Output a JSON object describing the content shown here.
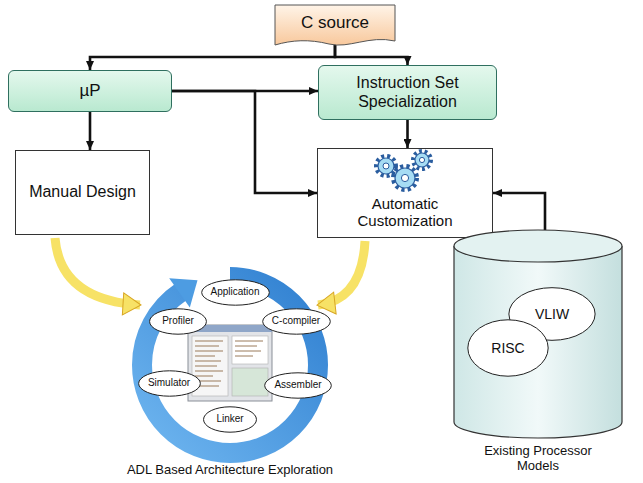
{
  "diagram": {
    "nodes": [
      {
        "text": [
          "C source"
        ]
      },
      {
        "text": [
          "µP"
        ]
      },
      {
        "text": [
          "Instruction Set Specialization"
        ]
      },
      {
        "text": [
          "Manual Design"
        ]
      },
      {
        "text": [
          "Automatic Customization"
        ]
      },
      {
        "text": [
          "ADL Based Architecture Exploration"
        ]
      },
      {
        "text": [
          "Application"
        ],
        "in": 5
      },
      {
        "text": [
          "Profiler"
        ],
        "in": 5
      },
      {
        "text": [
          "C-compiler"
        ],
        "in": 5
      },
      {
        "text": [
          "Simulator"
        ],
        "in": 5
      },
      {
        "text": [
          "Assembler"
        ],
        "in": 5
      },
      {
        "text": [
          "Linker"
        ],
        "in": 5
      },
      {
        "text": [
          "Existing Processor Models"
        ]
      },
      {
        "text": [
          "VLIW"
        ],
        "in": 12
      },
      {
        "text": [
          "RISC"
        ],
        "in": 12
      }
    ],
    "edges": [
      {
        "from": 0,
        "to": 1,
        "arrow": "to"
      },
      {
        "from": 0,
        "to": 2,
        "arrow": "to"
      },
      {
        "from": 1,
        "to": 3,
        "arrow": "to"
      },
      {
        "from": 1,
        "to": 2,
        "arrow": "to"
      },
      {
        "from": 1,
        "to": 4,
        "arrow": "to"
      },
      {
        "from": 2,
        "to": 4,
        "arrow": "to"
      },
      {
        "from": 12,
        "to": 4,
        "arrow": "to"
      },
      {
        "from": 3,
        "to": 5,
        "arrow": "to"
      },
      {
        "from": 4,
        "to": 5,
        "arrow": "to"
      }
    ]
  }
}
